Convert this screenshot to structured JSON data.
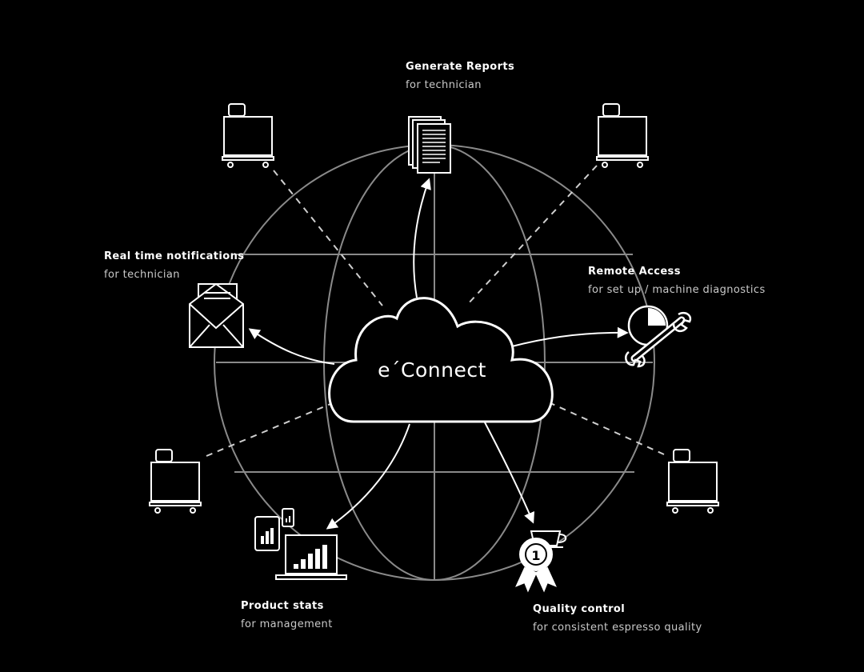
{
  "hub": {
    "label": "e´Connect"
  },
  "nodes": {
    "reports": {
      "title": "Generate Reports",
      "subtitle": "for technician"
    },
    "notifications": {
      "title": "Real time notifications",
      "subtitle": "for technician"
    },
    "remote": {
      "title": "Remote Access",
      "subtitle": "for set up / machine diagnostics"
    },
    "stats": {
      "title": "Product stats",
      "subtitle": "for management"
    },
    "quality": {
      "title": "Quality control",
      "subtitle": "for consistent espresso quality"
    }
  },
  "colors": {
    "background": "#000000",
    "foreground": "#ffffff",
    "globe_lines": "#8a8a8a",
    "subtitle": "#c9c9c9"
  },
  "icons": [
    "document-stack-icon",
    "envelope-icon",
    "gauge-wrench-icon",
    "tablet-chart-icon",
    "laptop-chart-icon",
    "cup-medal-icon",
    "espresso-machine-icon"
  ]
}
